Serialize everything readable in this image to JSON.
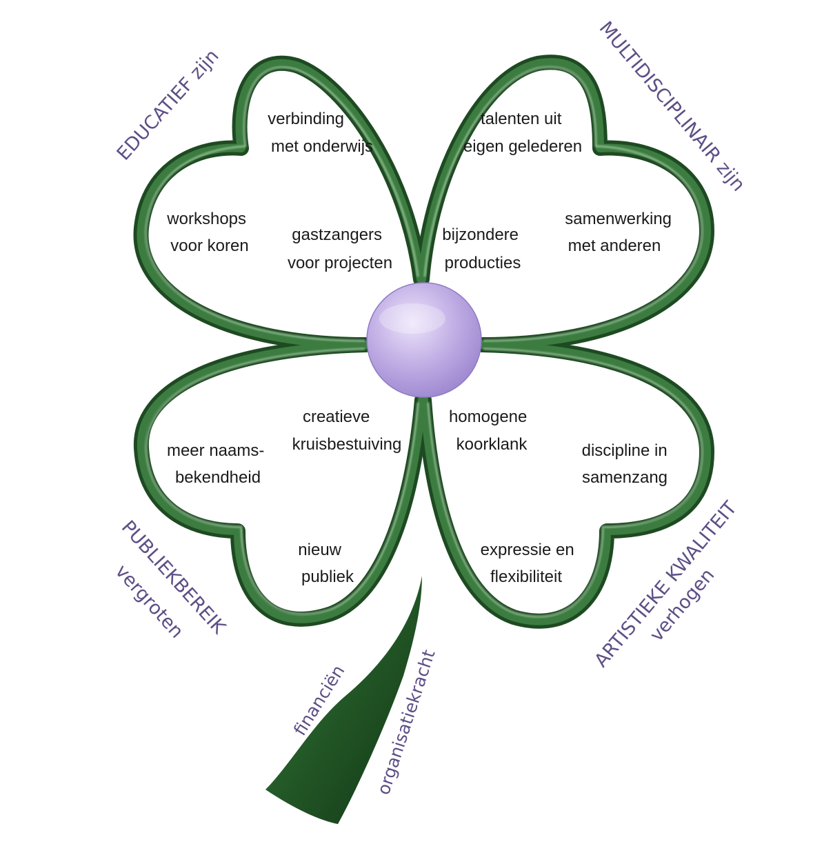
{
  "colors": {
    "leaf_outline_dark": "#1e4a22",
    "leaf_outline_mid": "#2f6b33",
    "leaf_outline_light": "#7fb07f",
    "center_circle": "#bba8e0",
    "label_purple": "#5e4f86",
    "text_dark": "#1a1a1a"
  },
  "leaves": {
    "top_left": {
      "title": "EDUCATIEF zijn",
      "items": [
        [
          "verbinding",
          "met onderwijs"
        ],
        [
          "workshops",
          "voor koren"
        ],
        [
          "gastzangers",
          "voor projecten"
        ]
      ]
    },
    "top_right": {
      "title": "MULTIDISCIPLINAIR zijn",
      "items": [
        [
          "talenten uit",
          "eigen gelederen"
        ],
        [
          "samenwerking",
          "met anderen"
        ],
        [
          "bijzondere",
          "producties"
        ]
      ]
    },
    "bottom_left": {
      "title": [
        "PUBLIEKBEREIK",
        "vergroten"
      ],
      "items": [
        [
          "creatieve",
          "kruisbestuiving"
        ],
        [
          "meer naams-",
          "bekendheid"
        ],
        [
          "nieuw",
          "publiek"
        ]
      ]
    },
    "bottom_right": {
      "title": [
        "ARTISTIEKE KWALITEIT",
        "verhogen"
      ],
      "items": [
        [
          "homogene",
          "koorklank"
        ],
        [
          "discipline in",
          "samenzang"
        ],
        [
          "expressie en",
          "flexibiliteit"
        ]
      ]
    }
  },
  "stem": {
    "labels": [
      "financiën",
      "organisatiekracht"
    ]
  }
}
